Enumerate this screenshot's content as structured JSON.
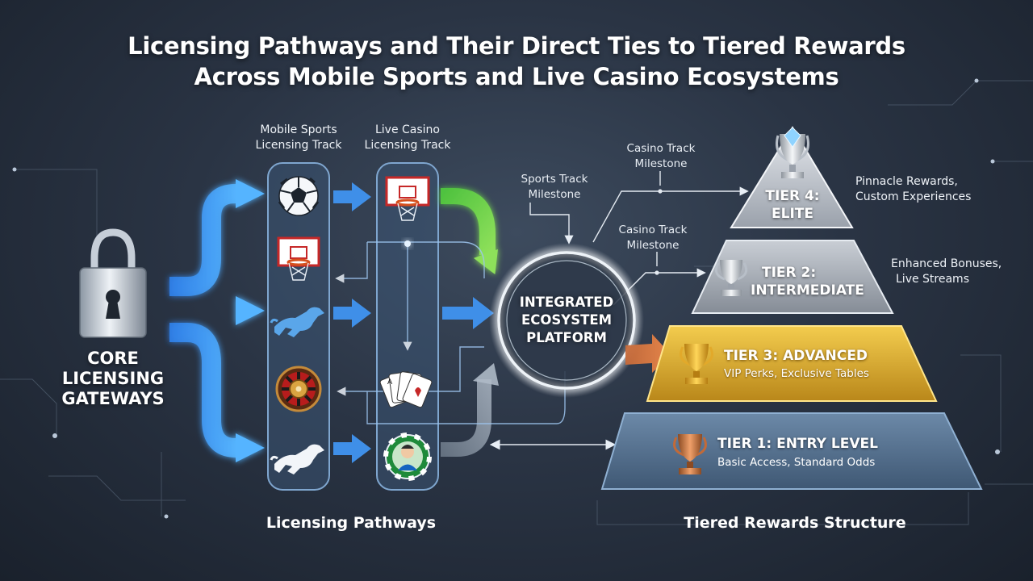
{
  "title": {
    "line1": "Licensing Pathways and Their Direct Ties to Tiered Rewards",
    "line2": "Across Mobile Sports and Live Casino Ecosystems"
  },
  "gateway": {
    "label_lines": [
      "CORE",
      "LICENSING",
      "GATEWAYS"
    ],
    "icon": "padlock-icon"
  },
  "tracks": {
    "sports": {
      "label_lines": [
        "Mobile Sports",
        "Licensing Track"
      ],
      "icons": [
        "soccer-ball-icon",
        "basketball-hoop-icon",
        "racehorse-icon",
        "roulette-wheel-icon",
        "racehorse-icon"
      ]
    },
    "casino": {
      "label_lines": [
        "Live Casino",
        "Licensing Track"
      ],
      "icons": [
        "basketball-hoop-icon",
        "playing-cards-icon",
        "live-dealer-chip-icon"
      ]
    }
  },
  "milestones": {
    "sports": [
      "Sports Track",
      "Milestone"
    ],
    "casino_top": [
      "Casino Track",
      "Milestone"
    ],
    "casino_mid": [
      "Casino Track",
      "Milestone"
    ]
  },
  "platform": {
    "label_lines": [
      "INTEGRATED",
      "ECOSYSTEM",
      "PLATFORM"
    ]
  },
  "tiers": [
    {
      "title_lines": [
        "TIER 4:",
        "ELITE"
      ],
      "desc": "",
      "side_note": [
        "Pinnacle Rewards,",
        "Custom Experiences"
      ],
      "icon": "diamond-trophy-icon"
    },
    {
      "title_lines": [
        "TIER 2:",
        "INTERMEDIATE"
      ],
      "desc": "",
      "side_note": [
        "Enhanced Bonuses,",
        "Live Streams"
      ],
      "icon": "silver-trophy-icon"
    },
    {
      "title_lines": [
        "TIER 3: ADVANCED"
      ],
      "desc": "VIP Perks, Exclusive Tables",
      "side_note": [],
      "icon": "gold-trophy-icon"
    },
    {
      "title_lines": [
        "TIER 1: ENTRY LEVEL"
      ],
      "desc": "Basic Access, Standard Odds",
      "side_note": [],
      "icon": "bronze-trophy-icon"
    }
  ],
  "sections": {
    "left": "Licensing Pathways",
    "right": "Tiered Rewards Structure"
  },
  "colors": {
    "flow_blue": "#3f9bff",
    "flow_green": "#5ed14a",
    "tier4": "#c9ced6",
    "tier2": "#aeb4bd",
    "tier3": "#d8a82a",
    "tier1": "#5b7795"
  }
}
